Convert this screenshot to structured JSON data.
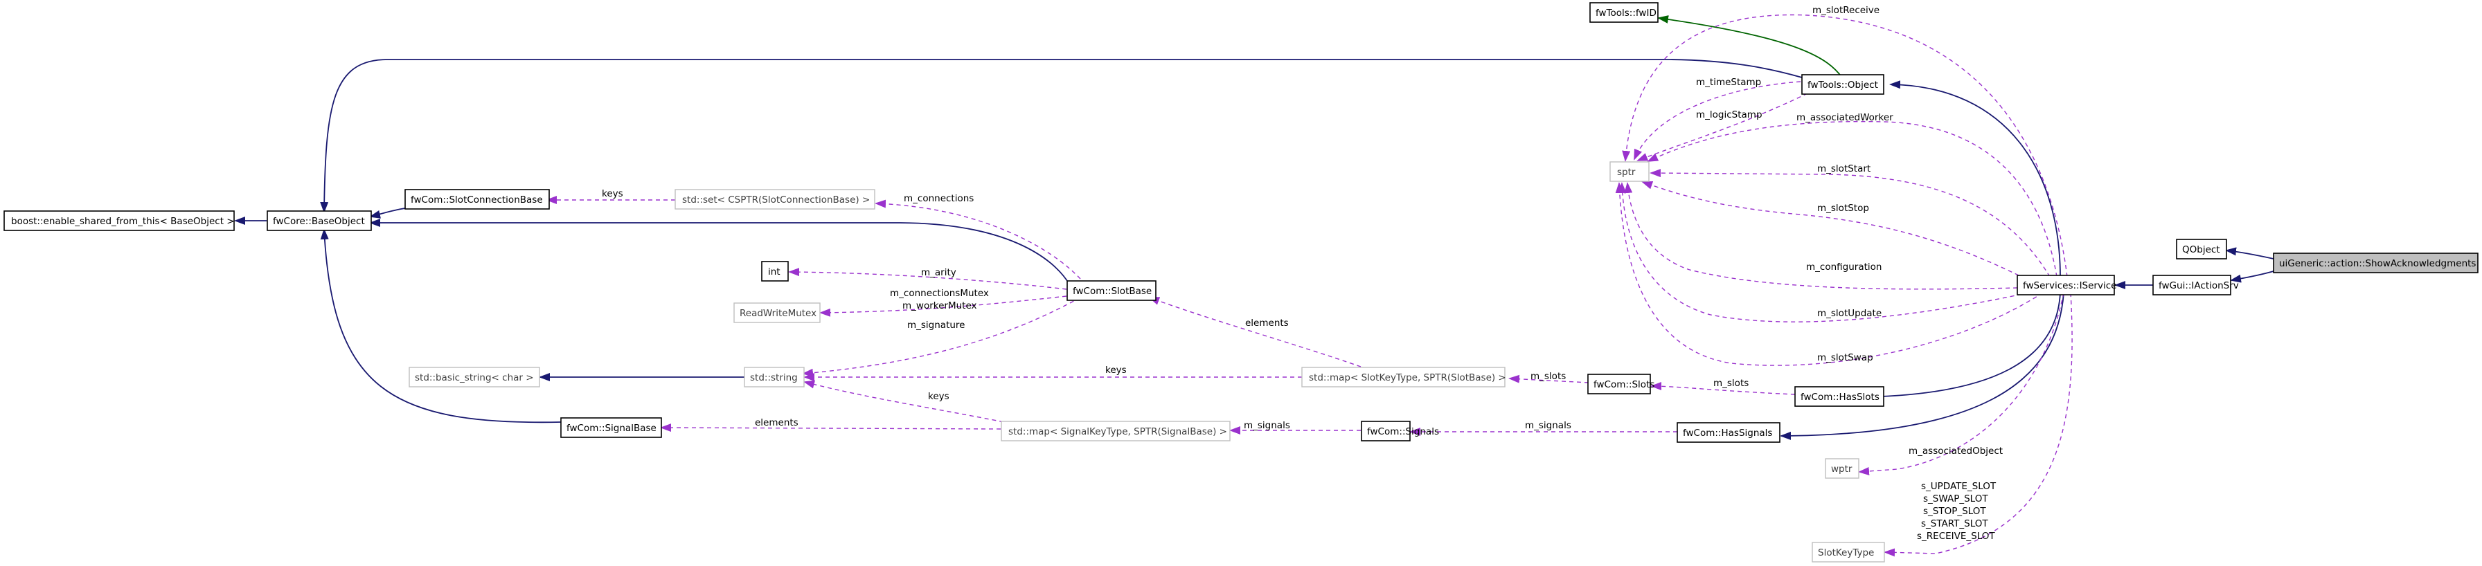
{
  "nodes": {
    "boost_esft": "boost::enable_shared_from_this< BaseObject >",
    "base_object": "fwCore::BaseObject",
    "slot_connection_base": "fwCom::SlotConnectionBase",
    "set_csptr": "std::set< CSPTR(SlotConnectionBase) >",
    "int": "int",
    "rw_mutex": "ReadWriteMutex",
    "slot_base": "fwCom::SlotBase",
    "basic_string": "std::basic_string< char >",
    "std_string": "std::string",
    "map_slots": "std::map< SlotKeyType, SPTR(SlotBase) >",
    "signal_base": "fwCom::SignalBase",
    "map_signals": "std::map< SignalKeyType, SPTR(SignalBase) >",
    "fw_signals": "fwCom::Signals",
    "fw_slots": "fwCom::Slots",
    "fwid": "fwTools::fwID",
    "fw_object": "fwTools::Object",
    "sptr": "sptr",
    "has_slots": "fwCom::HasSlots",
    "has_signals": "fwCom::HasSignals",
    "wptr": "wptr",
    "slot_key_type": "SlotKeyType",
    "iservice": "fwServices::IService",
    "qobject": "QObject",
    "iaction_srv": "fwGui::IActionSrv",
    "show_ack": "uiGeneric::action::ShowAcknowledgments"
  },
  "edge_labels": {
    "keys_set": "keys",
    "m_connections": "m_connections",
    "m_arity": "m_arity",
    "mutex_1": "m_connectionsMutex",
    "mutex_2": "m_workerMutex",
    "m_signature": "m_signature",
    "elements_slots": "elements",
    "keys_slots": "keys",
    "keys_signals": "keys",
    "elements_signals": "elements",
    "m_signals_map": "m_signals",
    "m_signals": "m_signals",
    "m_slots_map": "m_slots",
    "m_slots": "m_slots",
    "m_slotReceive": "m_slotReceive",
    "m_timeStamp": "m_timeStamp",
    "m_logicStamp": "m_logicStamp",
    "m_associatedWorker": "m_associatedWorker",
    "m_slotStart": "m_slotStart",
    "m_slotStop": "m_slotStop",
    "m_configuration": "m_configuration",
    "m_slotUpdate": "m_slotUpdate",
    "m_slotSwap": "m_slotSwap",
    "m_associatedObject": "m_associatedObject",
    "slot_keys_1": "s_UPDATE_SLOT",
    "slot_keys_2": "s_SWAP_SLOT",
    "slot_keys_3": "s_STOP_SLOT",
    "slot_keys_4": "s_START_SLOT",
    "slot_keys_5": "s_RECEIVE_SLOT"
  },
  "colors": {
    "inheritance": "#191970",
    "inheritance_template": "#006400",
    "usage": "#9a32cd",
    "root_fill": "#bfbfbf",
    "documented_border": "#000000",
    "undocumented_border": "#bfbfbf"
  }
}
